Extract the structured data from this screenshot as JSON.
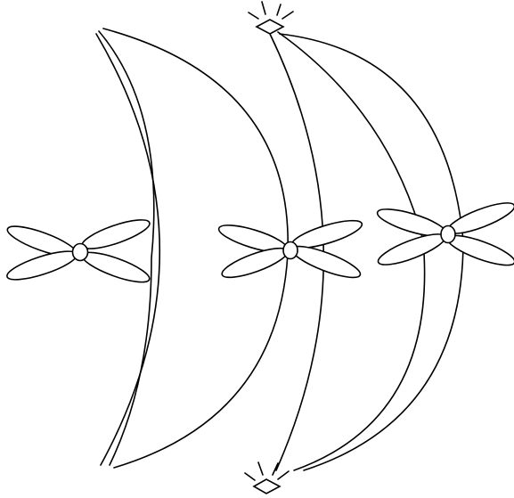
{
  "diagram": {
    "colors": {
      "background": "#ffffff",
      "stroke": "#000000",
      "fill": "#ffffff"
    },
    "arc_groups": [
      {
        "name": "left-arc-group",
        "curves": 3
      },
      {
        "name": "right-arc-group",
        "curves": 3
      }
    ],
    "propellers": [
      {
        "name": "propeller-left",
        "blades": 4
      },
      {
        "name": "propeller-middle",
        "blades": 4
      },
      {
        "name": "propeller-right",
        "blades": 4
      }
    ],
    "light_markers": [
      {
        "name": "top-light-icon",
        "rays": 4
      },
      {
        "name": "bottom-light-icon",
        "rays": 4
      }
    ]
  }
}
